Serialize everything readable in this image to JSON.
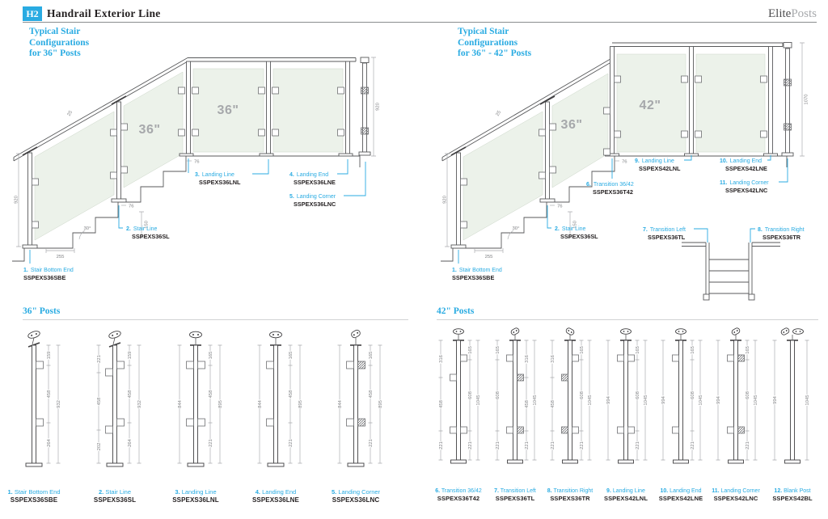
{
  "page": {
    "tag": "H2",
    "title": "Handrail Exterior Line",
    "brand_elite": "Elite",
    "brand_posts": "Posts",
    "accent": "#29ABE2"
  },
  "d36": {
    "t1": "Typical Stair",
    "t2": "Configurations",
    "t3": "for 36\" Posts",
    "glass_stair": "36\"",
    "glass_landing": "36\"",
    "dim_h_left": "920",
    "dim_rail": "25",
    "dim_angle": "30°",
    "dim_riser": "150",
    "dim_tread": "255",
    "dim_o1": "76",
    "dim_o2": "76",
    "dim_h_right": "920",
    "c1": {
      "num": "1.",
      "name": "Stair Bottom End",
      "code": "SSPEXS36SBE"
    },
    "c2": {
      "num": "2.",
      "name": "Stair Line",
      "code": "SSPEXS36SL"
    },
    "c3": {
      "num": "3.",
      "name": "Landing Line",
      "code": "SSPEXS36LNL"
    },
    "c4": {
      "num": "4.",
      "name": "Landing End",
      "code": "SSPEXS36LNE"
    },
    "c5": {
      "num": "5.",
      "name": "Landing Corner",
      "code": "SSPEXS36LNC"
    }
  },
  "d42": {
    "t1": "Typical Stair",
    "t2": "Configurations",
    "t3": "for 36\" - 42\" Posts",
    "glass_stair": "36\"",
    "glass_landing": "42\"",
    "dim_h_left": "920",
    "dim_rail": "25",
    "dim_angle": "30°",
    "dim_riser": "150",
    "dim_tread": "255",
    "dim_o1": "76",
    "dim_o2": "76",
    "dim_h_right": "1070",
    "c1": {
      "num": "1.",
      "name": "Stair Bottom End",
      "code": "SSPEXS36SBE"
    },
    "c2": {
      "num": "2.",
      "name": "Stair Line",
      "code": "SSPEXS36SL"
    },
    "c6": {
      "num": "6.",
      "name": "Transition 36/42",
      "code": "SSPEXS36T42"
    },
    "c7": {
      "num": "7.",
      "name": "Transition Left",
      "code": "SSPEXS36TL"
    },
    "c8": {
      "num": "8.",
      "name": "Transition Right",
      "code": "SSPEXS36TR"
    },
    "c9": {
      "num": "9.",
      "name": "Landing Line",
      "code": "SSPEXS42LNL"
    },
    "c10": {
      "num": "10.",
      "name": "Landing End",
      "code": "SSPEXS42LNE"
    },
    "c11": {
      "num": "11.",
      "name": "Landing Corner",
      "code": "SSPEXS42LNC"
    }
  },
  "sections": {
    "posts36": "36\" Posts",
    "posts42": "42\" Posts"
  },
  "posts": {
    "p1": {
      "num": "1.",
      "name": "Stair Bottom End",
      "code": "SSPEXS36SBE",
      "r1": "159",
      "r2": "458",
      "r3": "264",
      "ov": "932"
    },
    "p2": {
      "num": "2.",
      "name": "Stair Line",
      "code": "SSPEXS36SL",
      "l1": "221",
      "l2": "458",
      "l3": "202",
      "r1": "159",
      "r2": "458",
      "r3": "264",
      "ov": "932"
    },
    "p3": {
      "num": "3.",
      "name": "Landing Line",
      "code": "SSPEXS36LNL",
      "lo": "844",
      "r1": "165",
      "r2": "458",
      "r3": "221",
      "ov": "895"
    },
    "p4": {
      "num": "4.",
      "name": "Landing End",
      "code": "SSPEXS36LNE",
      "lo": "844",
      "r1": "165",
      "r2": "458",
      "r3": "221",
      "ov": "895"
    },
    "p5": {
      "num": "5.",
      "name": "Landing Corner",
      "code": "SSPEXS36LNC",
      "lo": "844",
      "r1": "165",
      "r2": "458",
      "r3": "221",
      "ov": "895"
    },
    "p6": {
      "num": "6.",
      "name": "Transition 36/42",
      "code": "SSPEXS36T42",
      "l1": "316",
      "l2": "458",
      "l3": "221",
      "r1": "165",
      "r2": "608",
      "r3": "221",
      "ov": "1045"
    },
    "p7": {
      "num": "7.",
      "name": "Transition Left",
      "code": "SSPEXS36TL",
      "l1": "165",
      "l2": "608",
      "l3": "221",
      "r1": "316",
      "r2": "458",
      "r3": "221",
      "ov": "1045"
    },
    "p8": {
      "num": "8.",
      "name": "Transition Right",
      "code": "SSPEXS36TR",
      "l1": "316",
      "l2": "458",
      "l3": "221",
      "r1": "165",
      "r2": "608",
      "r3": "221",
      "ov": "1045"
    },
    "p9": {
      "num": "9.",
      "name": "Landing Line",
      "code": "SSPEXS42LNL",
      "lo": "994",
      "r1": "165",
      "r2": "608",
      "r3": "221",
      "ov": "1045"
    },
    "p10": {
      "num": "10.",
      "name": "Landing End",
      "code": "SSPEXS42LNE",
      "lo": "994",
      "r1": "165",
      "r2": "608",
      "r3": "221",
      "ov": "1045"
    },
    "p11": {
      "num": "11.",
      "name": "Landing Corner",
      "code": "SSPEXS42LNC",
      "lo": "994",
      "r1": "165",
      "r2": "608",
      "r3": "221",
      "ov": "1045"
    },
    "p12": {
      "num": "12.",
      "name": "Blank Post",
      "code": "SSPEXS42BL",
      "lo": "994",
      "ov": "1045"
    }
  }
}
